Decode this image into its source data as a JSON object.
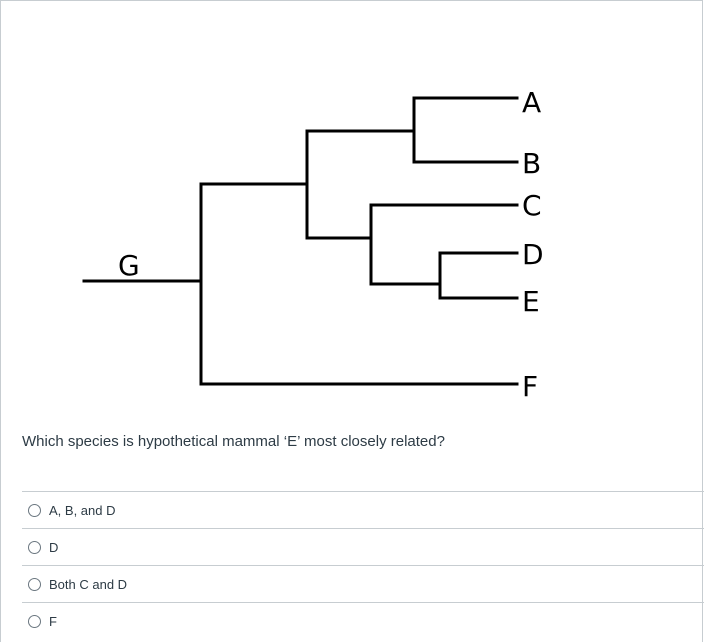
{
  "tree": {
    "labels": {
      "A": "A",
      "B": "B",
      "C": "C",
      "D": "D",
      "E": "E",
      "F": "F",
      "G": "G"
    }
  },
  "question": {
    "text": "Which species is hypothetical mammal ‘E’ most closely related?"
  },
  "answers": [
    {
      "label": "A, B, and D",
      "selected": false
    },
    {
      "label": "D",
      "selected": false
    },
    {
      "label": "Both C and D",
      "selected": false
    },
    {
      "label": "F",
      "selected": false
    }
  ]
}
